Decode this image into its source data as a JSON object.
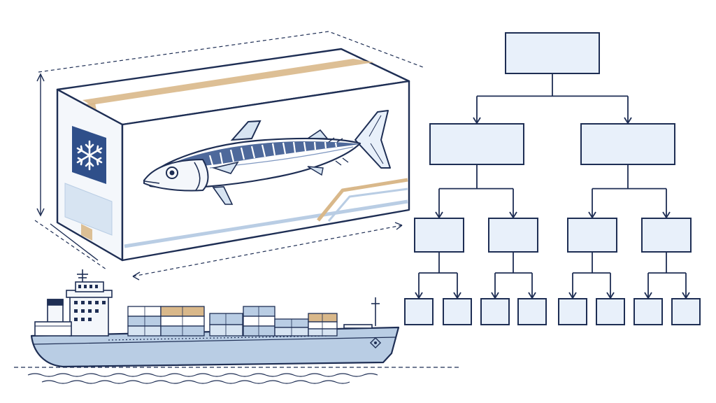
{
  "colors": {
    "navy": "#1e2e54",
    "tape": "#d9b88a",
    "light_blue": "#b9cde4",
    "pale_blue": "#e8f0fa",
    "panel_blue": "#d7e4f2",
    "white": "#ffffff",
    "freezer_label": "#2f4f8a"
  },
  "icons": {
    "freezer": "snowflake-icon",
    "fish": "mackerel-illustration",
    "ship": "container-ship-illustration"
  },
  "tree": {
    "levels": 4,
    "branching": 2,
    "labels": []
  }
}
